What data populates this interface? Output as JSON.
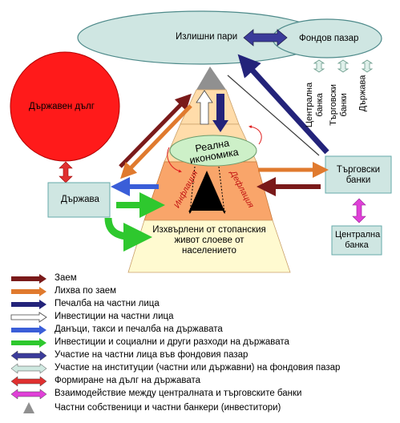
{
  "nodes": {
    "excess_money": "Излишни пари",
    "fund_market": "Фондов пазар",
    "state_debt": "Държавен дълг",
    "state": "Държава",
    "real_economy": "Реална икономика",
    "inflation": "Инфлация",
    "deflation": "Дефлация",
    "population": "Изхвърлени от стопанския живот слоеве от населението",
    "commercial_banks": "Търговски банки",
    "central_bank": "Централна банка"
  },
  "vertical_labels": [
    "Централна банка",
    "Търговски банки",
    "Държава"
  ],
  "legend": [
    {
      "label": "Заем",
      "color": "#7a1a1a",
      "style": "arrow"
    },
    {
      "label": "Лихва по заем",
      "color": "#e07a2e",
      "style": "arrow"
    },
    {
      "label": "Печалба на частни лица",
      "color": "#23237a",
      "style": "arrow"
    },
    {
      "label": "Инвестиции на частни лица",
      "color": "#ffffff",
      "style": "arrow"
    },
    {
      "label": "Данъци, такси и печалба на държавата",
      "color": "#3a5ed8",
      "style": "arrow"
    },
    {
      "label": "Инвестиции и социални и други разходи на държавата",
      "color": "#2ec82e",
      "style": "arrow"
    },
    {
      "label": "Участие на частни лица във фондовия пазар",
      "color": "#3b3b9a",
      "style": "double"
    },
    {
      "label": "Участие на институции (частни или държавни) на фондовия пазар",
      "color": "#cfe8e0",
      "style": "double"
    },
    {
      "label": "Формиране на дълг на държавата",
      "color": "#e03030",
      "style": "double"
    },
    {
      "label": "Взаимодействие между централната и търговските банки",
      "color": "#e040d8",
      "style": "double"
    },
    {
      "label": "Частни собственици и частни банкери (инвеститори)",
      "color": "#909090",
      "style": "triangle"
    }
  ]
}
